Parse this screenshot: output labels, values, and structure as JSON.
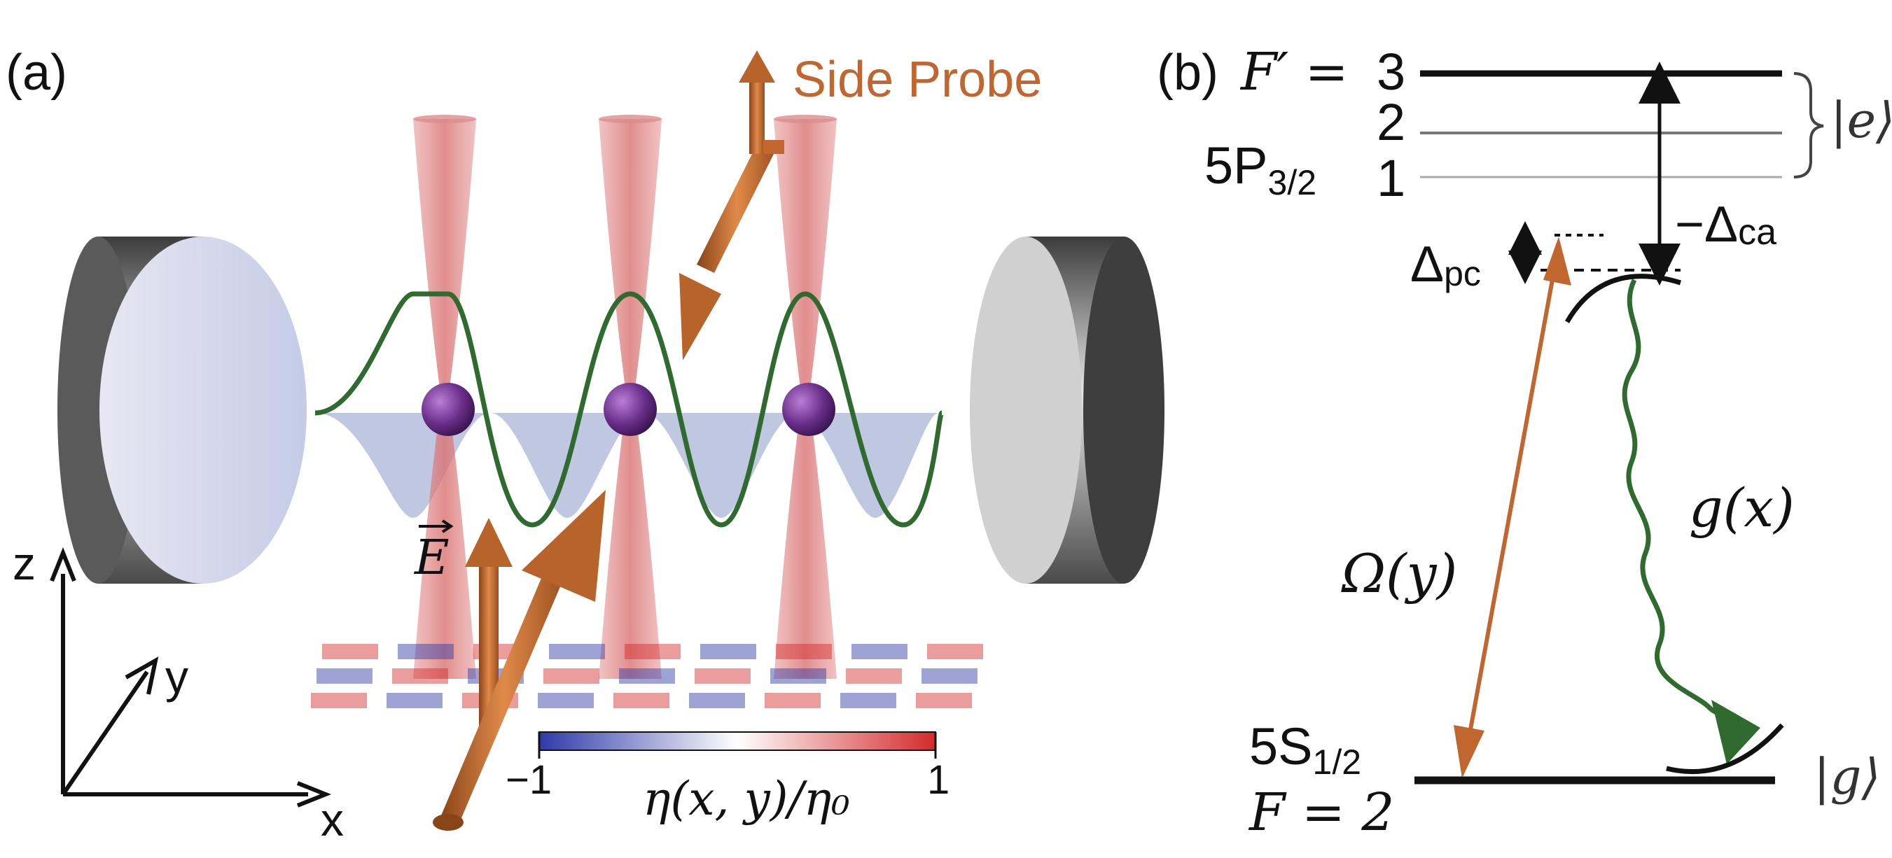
{
  "panel_a": {
    "label": "(a)",
    "probe_label": "Side Probe",
    "field_label": "E",
    "axes": {
      "z": "z",
      "y": "y",
      "x": "x"
    },
    "colorbar": {
      "min": "−1",
      "max": "1",
      "label": "η(x, y)/η₀"
    }
  },
  "panel_b": {
    "label": "(b)",
    "excited_manifold": "5P",
    "excited_sub": "3/2",
    "fprime_prefix": "F′ = ",
    "levels": [
      "3",
      "2",
      "1"
    ],
    "excited_ket": "|e⟩",
    "detuning_ca": "−Δ",
    "detuning_ca_sub": "ca",
    "detuning_pc": "Δ",
    "detuning_pc_sub": "pc",
    "coupling_g": "g(x)",
    "coupling_omega": "Ω(y)",
    "ground_manifold": "5S",
    "ground_sub": "1/2",
    "ground_f": "F = 2",
    "ground_ket": "|g⟩"
  },
  "colors": {
    "probe": "#c0662e",
    "wave": "#2f6b2f",
    "beam": "#e59a9a",
    "atom": "#6a2f8a",
    "well": "#b9c2de",
    "cmap_neg": "#2f3aa8",
    "cmap_pos": "#d42a2a"
  }
}
